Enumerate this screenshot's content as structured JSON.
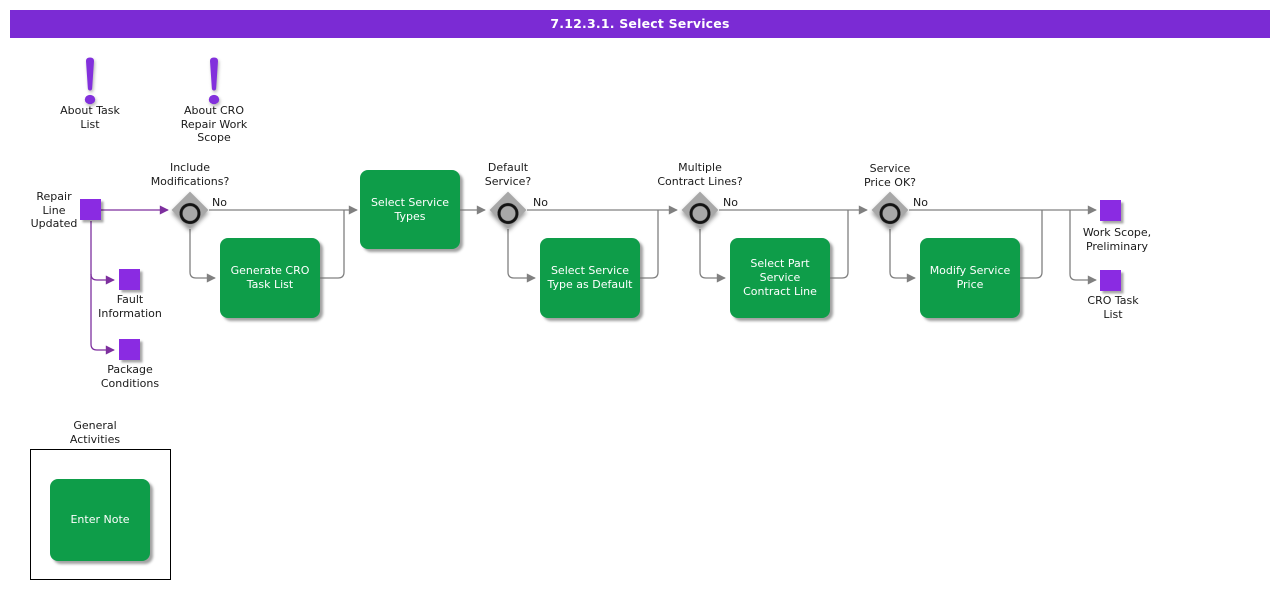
{
  "title_bar": {
    "text": "7.12.3.1. Select Services"
  },
  "colors": {
    "title_bar_purple": "#7b2bd4",
    "event_square_violet": "#8a2be2",
    "activity_green": "#0e9d49",
    "connector_gray": "#808080",
    "connector_purple": "#7d2f9e",
    "diamond_gray": "#a8a8a8",
    "text_black": "#1a1a1a"
  },
  "annotations": [
    {
      "id": "about-task-list",
      "label": "About Task\nList"
    },
    {
      "id": "about-cro-repair-work-scope",
      "label": "About CRO\nRepair Work\nScope"
    }
  ],
  "flow": {
    "start_label": "Repair\nLine\nUpdated",
    "decisions": [
      {
        "id": "include-modifications",
        "question": "Include\nModifications?",
        "branch_label": "No"
      },
      {
        "id": "default-service",
        "question": "Default\nService?",
        "branch_label": "No"
      },
      {
        "id": "multiple-contract-lines",
        "question": "Multiple\nContract Lines?",
        "branch_label": "No"
      },
      {
        "id": "service-price-ok",
        "question": "Service\nPrice OK?",
        "branch_label": "No"
      }
    ],
    "activities": [
      {
        "id": "select-service-types",
        "label": "Select Service\nTypes"
      },
      {
        "id": "generate-cro-task-list",
        "label": "Generate CRO\nTask List"
      },
      {
        "id": "select-service-type-as-default",
        "label": "Select Service\nType as Default"
      },
      {
        "id": "select-part-service-contract-line",
        "label": "Select Part\nService\nContract Line"
      },
      {
        "id": "modify-service-price",
        "label": "Modify Service\nPrice"
      },
      {
        "id": "enter-note",
        "label": "Enter Note"
      }
    ],
    "outputs": [
      {
        "id": "work-scope-preliminary",
        "label": "Work Scope,\nPreliminary"
      },
      {
        "id": "cro-task-list",
        "label": "CRO Task\nList"
      }
    ],
    "states": [
      {
        "id": "fault-information",
        "label": "Fault\nInformation"
      },
      {
        "id": "package-conditions",
        "label": "Package\nConditions"
      }
    ]
  },
  "general_activities": {
    "title": "General\nActivities"
  }
}
